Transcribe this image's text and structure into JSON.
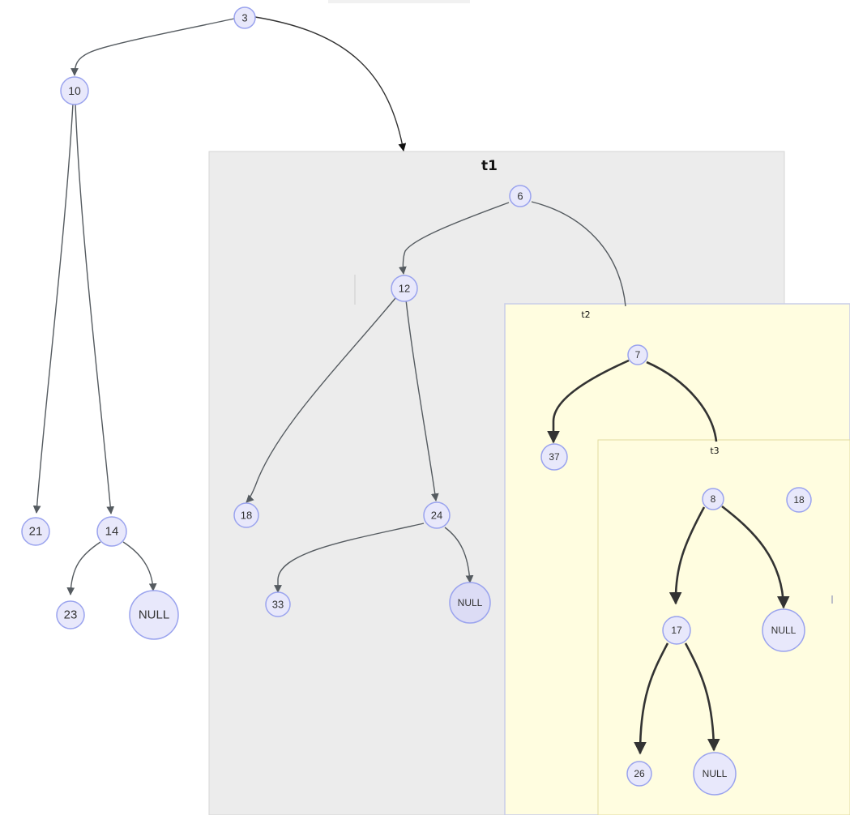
{
  "clusters": {
    "t1": {
      "label": "t1",
      "fill": "#ececec",
      "stroke": "#d6d6d6"
    },
    "t2": {
      "label": "t2",
      "fill": "#fffde0",
      "stroke": "#c8cde8"
    },
    "t3": {
      "label": "t3",
      "fill": "#fffde0",
      "stroke": "#e0dca0"
    }
  },
  "nodes": {
    "n3": "3",
    "n10": "10",
    "n21": "21",
    "n14": "14",
    "n23": "23",
    "nNull1": "NULL",
    "n6": "6",
    "n12": "12",
    "n18a": "18",
    "n24": "24",
    "n33": "33",
    "nNull2": "NULL",
    "n7": "7",
    "n37": "37",
    "n8": "8",
    "n18b": "18",
    "n17": "17",
    "nNull3": "NULL",
    "n26": "26",
    "nNull4": "NULL"
  },
  "colors": {
    "node_fill": "#e8e8fb",
    "node_stroke": "#9aa3ee",
    "edge_gray": "#555b60",
    "edge_dark": "#333333",
    "text": "#333333"
  }
}
